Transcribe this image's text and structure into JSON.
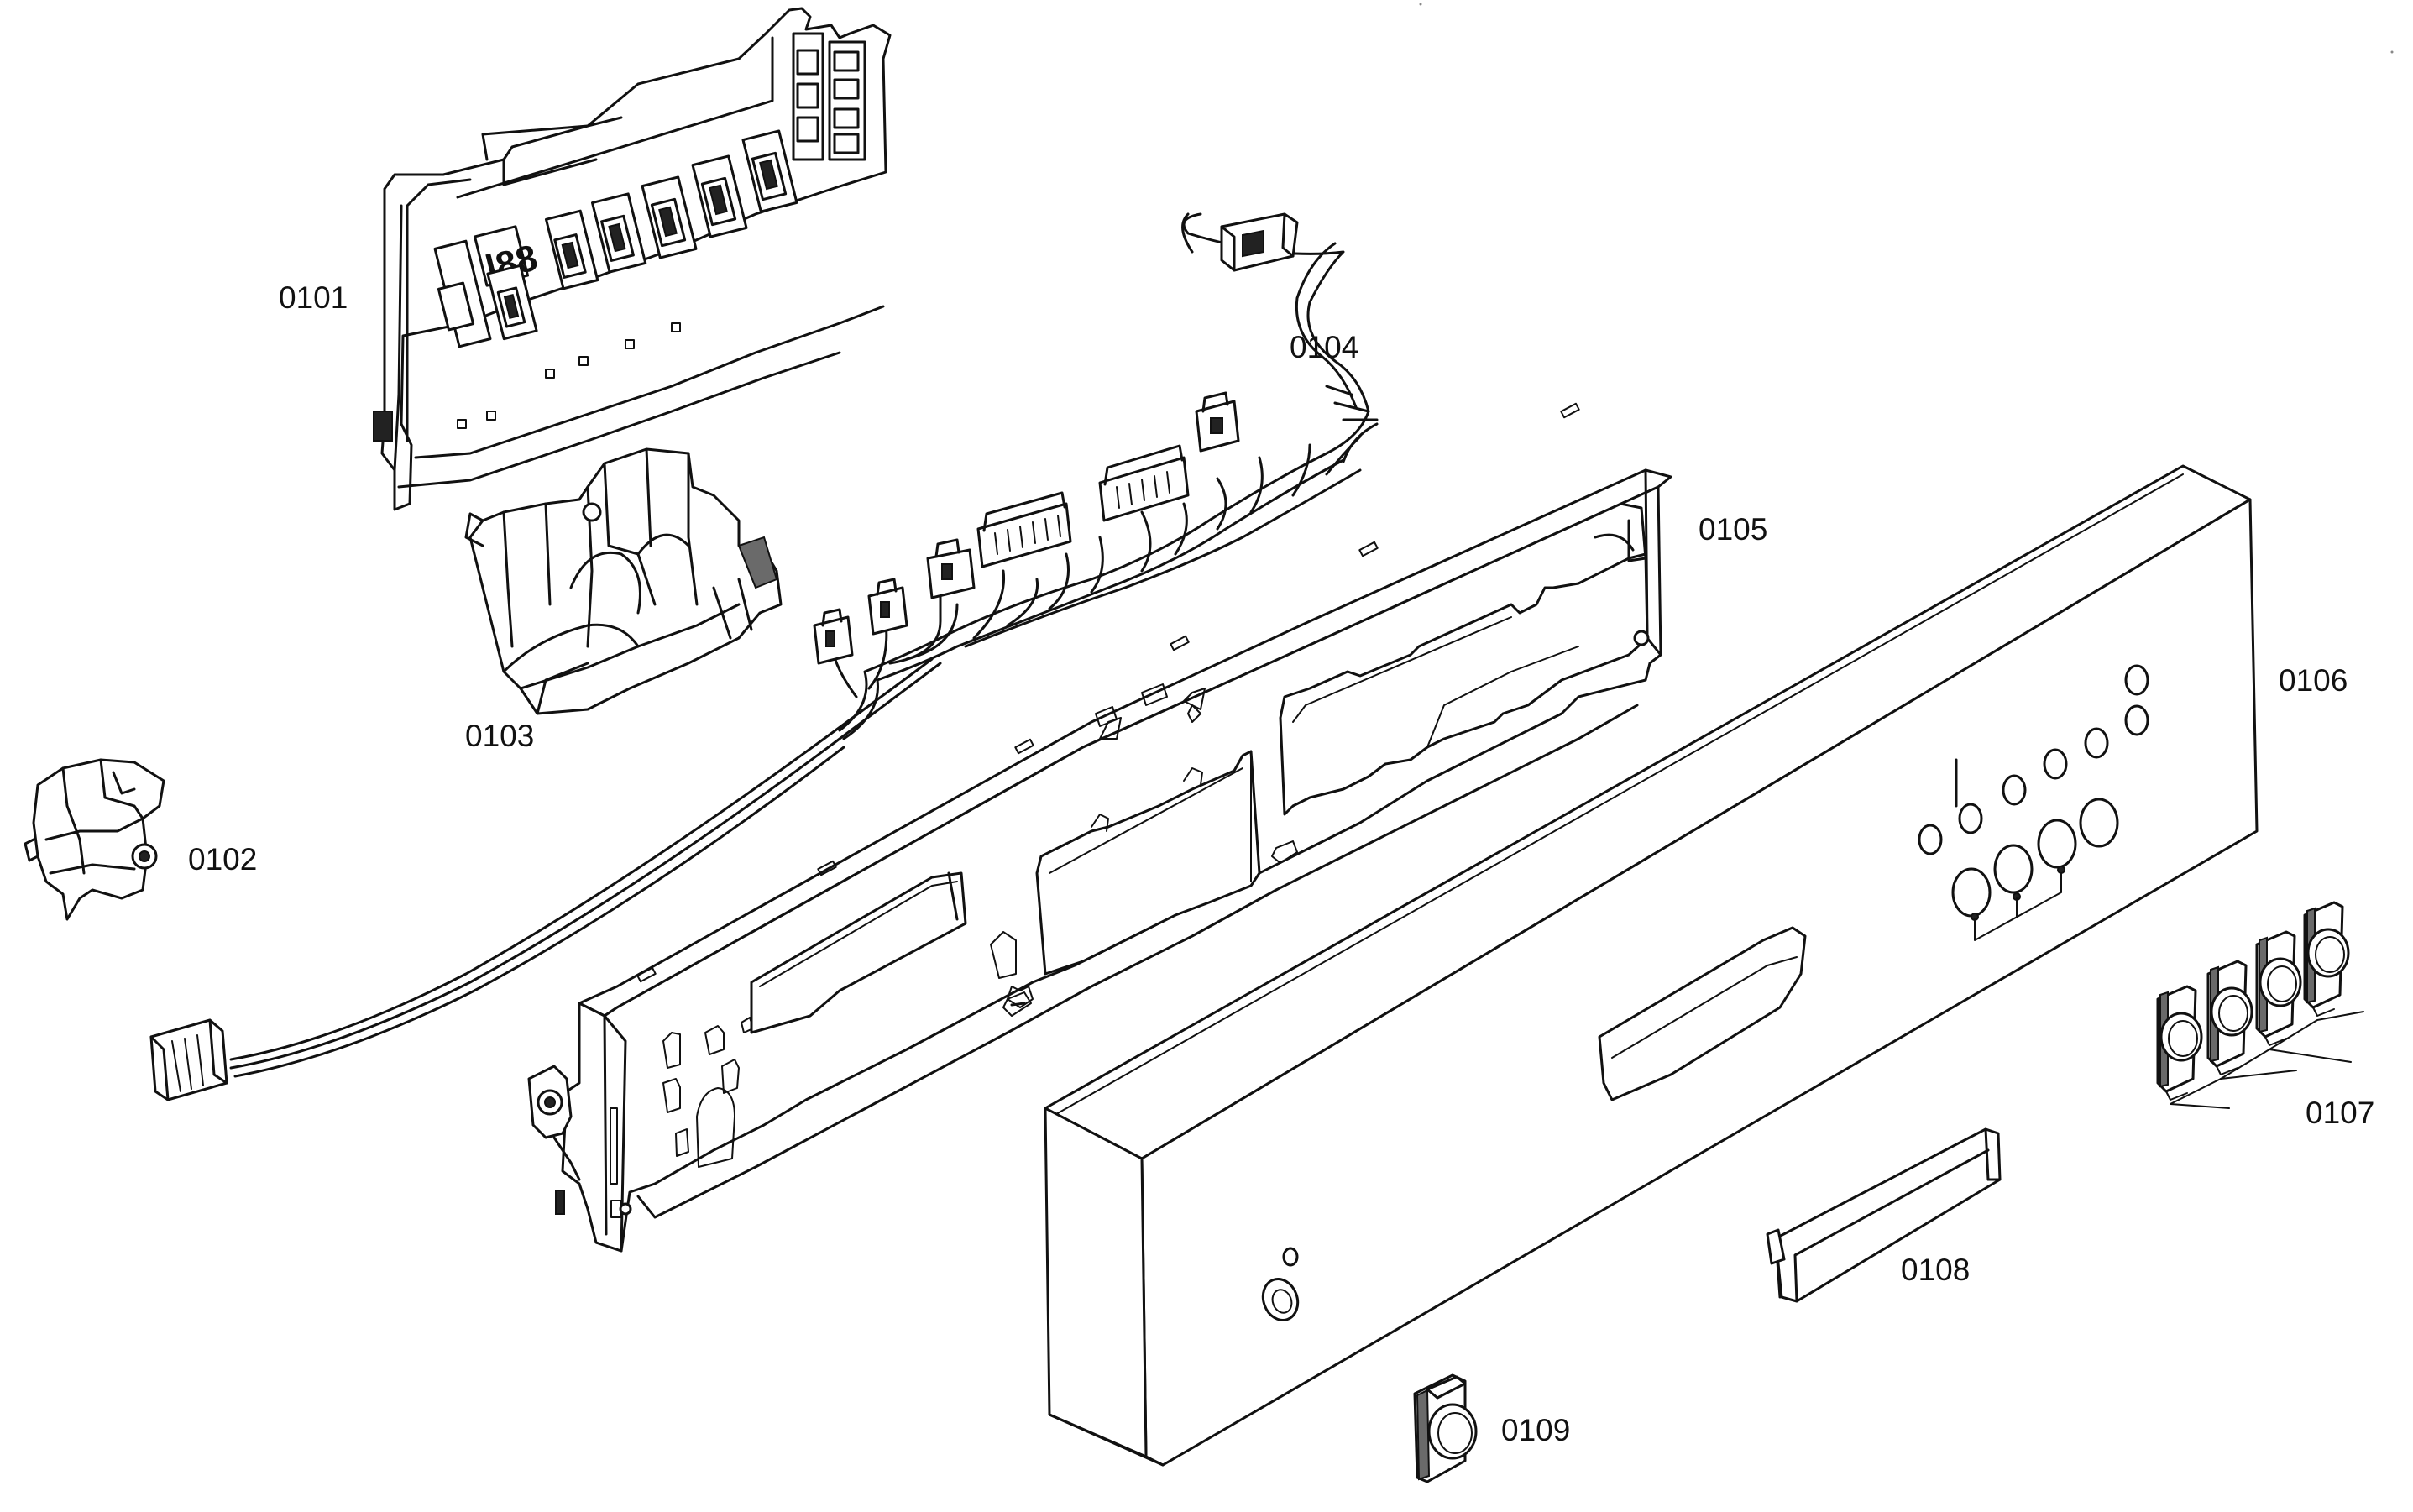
{
  "parts": [
    {
      "id": "p0101",
      "label": "0101",
      "icon": "electronic-control-module-icon"
    },
    {
      "id": "p0102",
      "label": "0102",
      "icon": "door-latch-icon"
    },
    {
      "id": "p0103",
      "label": "0103",
      "icon": "dispenser-actuator-icon"
    },
    {
      "id": "p0104",
      "label": "0104",
      "icon": "wire-harness-icon"
    },
    {
      "id": "p0105",
      "label": "0105",
      "icon": "control-panel-frame-icon"
    },
    {
      "id": "p0106",
      "label": "0106",
      "icon": "front-facia-panel-icon"
    },
    {
      "id": "p0107",
      "label": "0107",
      "icon": "push-button-set-icon"
    },
    {
      "id": "p0108",
      "label": "0108",
      "icon": "handle-trim-strip-icon"
    },
    {
      "id": "p0109",
      "label": "0109",
      "icon": "power-button-icon"
    }
  ]
}
